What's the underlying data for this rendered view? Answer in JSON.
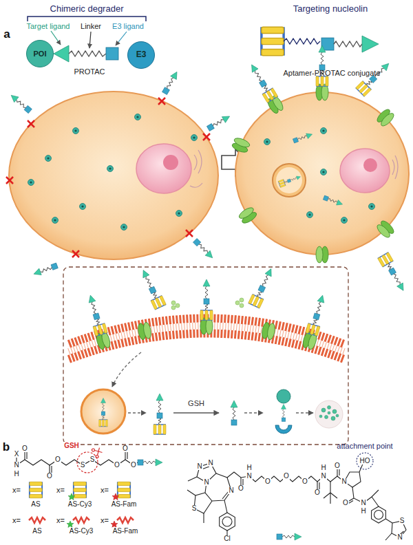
{
  "diagram": {
    "nodes": [
      {
        "text": [
          "POI"
        ]
      },
      {
        "text": [
          "E3"
        ]
      }
    ],
    "labels": [
      "a",
      "Chimeric degrader",
      "Target ligand",
      "Linker",
      "E3 ligand",
      "PROTAC",
      "Targeting nucleolin",
      "Aptamer-PROTAC conjugate",
      "GSH",
      "b",
      "GSH",
      "X",
      "N",
      "H",
      "O",
      "O",
      "O",
      "S",
      "S",
      "O",
      "O",
      "O",
      "x=",
      "AS",
      "x=",
      "AS-Cy3",
      "x=",
      "AS-Fam",
      "x=",
      "AS",
      "x=",
      "AS-Cy3",
      "x=",
      "AS-Fam",
      "attachment point",
      "HO",
      "N",
      "N",
      "N",
      "N",
      "S",
      "Cl",
      "O",
      "H",
      "N",
      "O",
      "O",
      "O",
      "O",
      "H",
      "N",
      "O",
      "N",
      "O",
      "N",
      "H",
      "S",
      "N"
    ]
  }
}
